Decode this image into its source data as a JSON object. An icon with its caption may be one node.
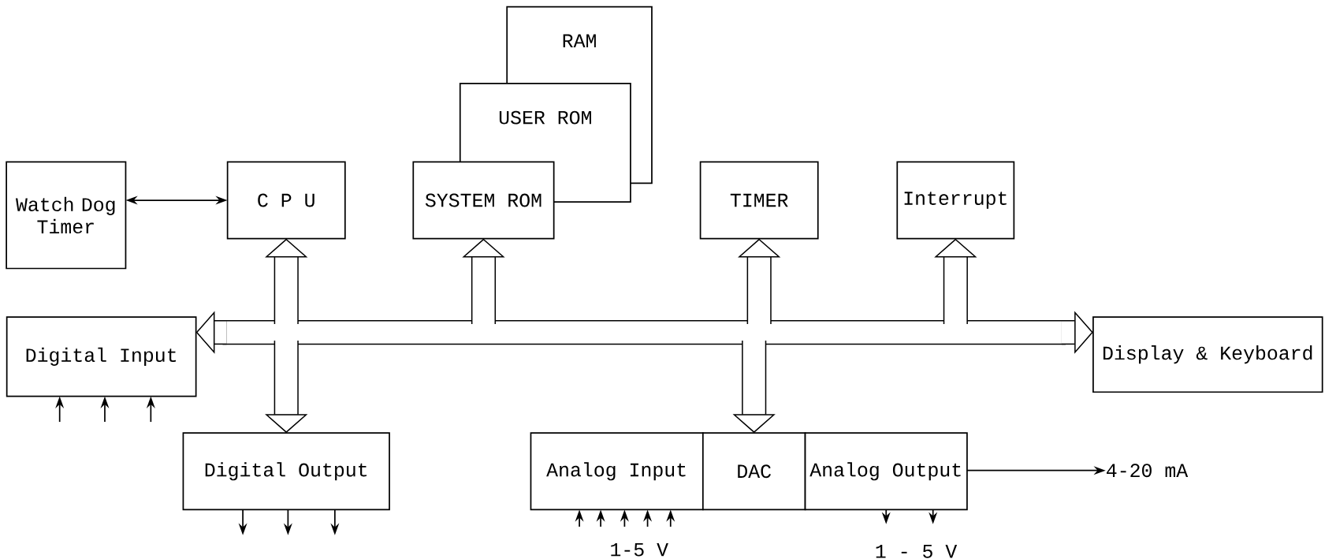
{
  "diagram": {
    "nodes": [
      {
        "text": [
          "Watch Dog Timer"
        ]
      },
      {
        "text": [
          "C P U"
        ]
      },
      {
        "text": [
          "RAM"
        ]
      },
      {
        "text": [
          "USER ROM"
        ]
      },
      {
        "text": [
          "SYSTEM ROM"
        ]
      },
      {
        "text": [
          "TIMER"
        ]
      },
      {
        "text": [
          "Interrupt"
        ]
      },
      {
        "text": [
          "Digital Input"
        ]
      },
      {
        "text": [],
        "shape": "bar"
      },
      {
        "text": [
          "Display & Keyboard"
        ]
      },
      {
        "text": [
          "Digital Output"
        ]
      },
      {
        "text": [
          "Analog Input"
        ]
      },
      {
        "text": [
          "DAC"
        ]
      },
      {
        "text": [
          "Analog Output"
        ]
      },
      {
        "text": [
          "4-20 mA"
        ]
      }
    ],
    "edges": [
      {
        "from": 0,
        "to": 1,
        "arrow": "both"
      },
      {
        "from": 8,
        "to": 1,
        "arrow": "to",
        "style": "thick"
      },
      {
        "from": 8,
        "to": 4,
        "arrow": "to",
        "style": "thick"
      },
      {
        "from": 8,
        "to": 5,
        "arrow": "to",
        "style": "thick"
      },
      {
        "from": 8,
        "to": 6,
        "arrow": "to",
        "style": "thick"
      },
      {
        "from": 8,
        "to": 7,
        "arrow": "to",
        "style": "thick"
      },
      {
        "from": 8,
        "to": 9,
        "arrow": "to",
        "style": "thick"
      },
      {
        "from": 8,
        "to": 10,
        "arrow": "to",
        "style": "thick"
      },
      {
        "from": 8,
        "to": 12,
        "arrow": "to",
        "style": "thick"
      },
      {
        "from": 13,
        "to": 14,
        "arrow": "to"
      },
      {
        "from": null,
        "to": 7,
        "arrow": "to"
      },
      {
        "from": null,
        "to": 7,
        "arrow": "to"
      },
      {
        "from": null,
        "to": 7,
        "arrow": "to"
      },
      {
        "from": 10,
        "to": null,
        "arrow": "to"
      },
      {
        "from": 10,
        "to": null,
        "arrow": "to"
      },
      {
        "from": 10,
        "to": null,
        "arrow": "to"
      },
      {
        "from": null,
        "to": 11,
        "arrow": "to"
      },
      {
        "from": null,
        "to": 11,
        "arrow": "to"
      },
      {
        "from": null,
        "to": 11,
        "arrow": "to"
      },
      {
        "from": null,
        "to": 11,
        "arrow": "to"
      },
      {
        "from": null,
        "to": 11,
        "arrow": "to"
      },
      {
        "from": 13,
        "to": null,
        "arrow": "to"
      },
      {
        "from": 13,
        "to": null,
        "arrow": "to"
      }
    ],
    "labels": [
      "1-5 V",
      "1 - 5 V"
    ]
  }
}
